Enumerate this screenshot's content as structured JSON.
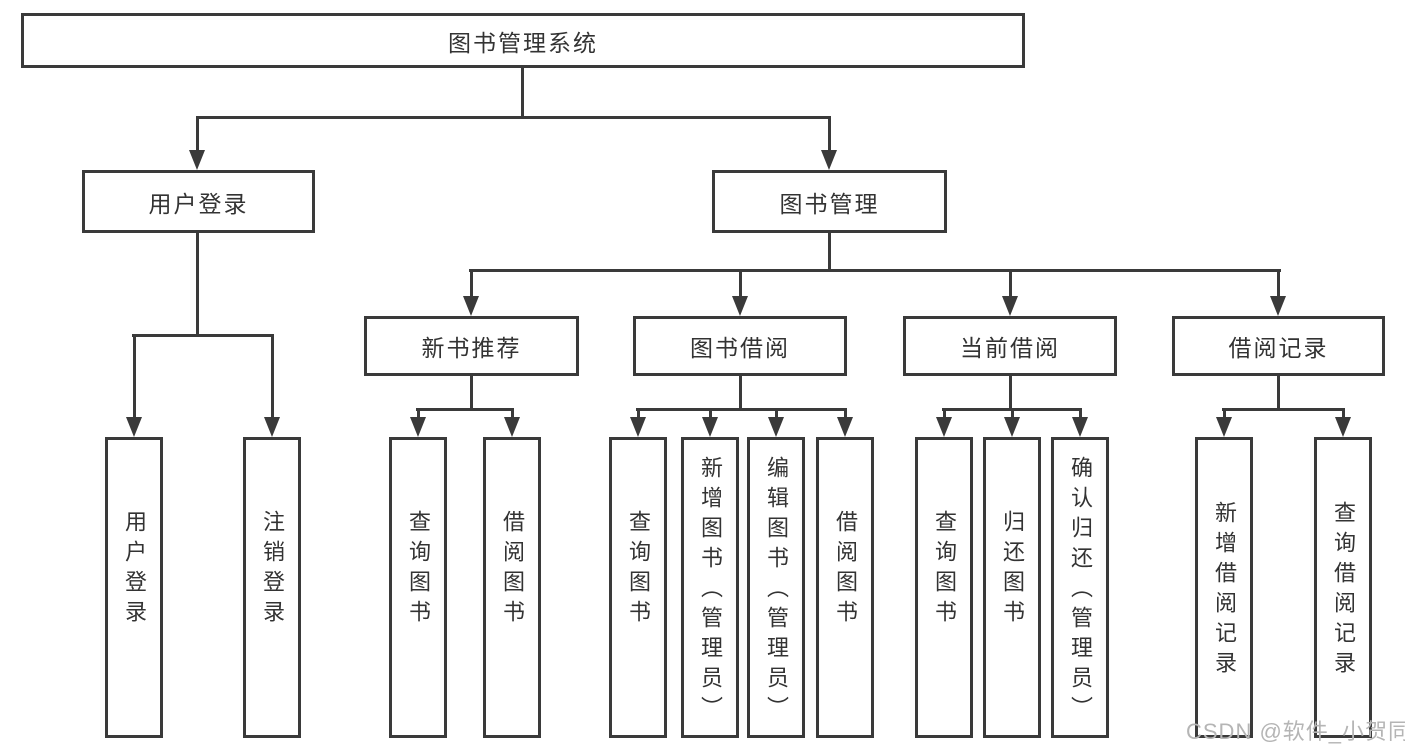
{
  "watermark": "CSDN @软件_小贺同学",
  "colors": {
    "line": "#3a3a3a",
    "text": "#333333",
    "background": "#ffffff",
    "watermark": "#b5b5b5"
  },
  "diagram": {
    "root": "图书管理系统",
    "branches": [
      {
        "label": "用户登录",
        "leaves": [
          "用户登录",
          "注销登录"
        ]
      },
      {
        "label": "图书管理",
        "groups": [
          {
            "label": "新书推荐",
            "leaves": [
              "查询图书",
              "借阅图书"
            ]
          },
          {
            "label": "图书借阅",
            "leaves": [
              "查询图书",
              "新增图书（管理员）",
              "编辑图书（管理员）",
              "借阅图书"
            ]
          },
          {
            "label": "当前借阅",
            "leaves": [
              "查询图书",
              "归还图书",
              "确认归还（管理员）"
            ]
          },
          {
            "label": "借阅记录",
            "leaves": [
              "新增借阅记录",
              "查询借阅记录"
            ]
          }
        ]
      }
    ]
  }
}
